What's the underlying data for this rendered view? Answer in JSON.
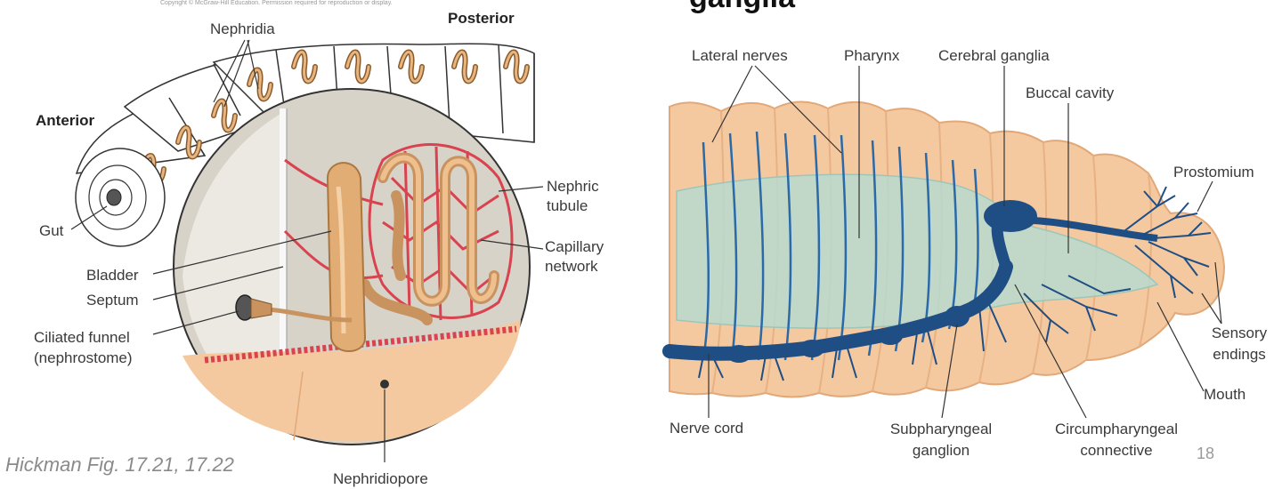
{
  "slide": {
    "title_fragment": "ganglia",
    "copyright": "Copyright © McGraw-Hill Education. Permission required for reproduction or display.",
    "citation": "Hickman Fig. 17.21, 17.22",
    "page_number": "18"
  },
  "left_figure": {
    "labels": {
      "nephridia": "Nephridia",
      "posterior": "Posterior",
      "anterior": "Anterior",
      "gut": "Gut",
      "nephric_tubule_1": "Nephric",
      "nephric_tubule_2": "tubule",
      "capillary_network_1": "Capillary",
      "capillary_network_2": "network",
      "bladder": "Bladder",
      "septum": "Septum",
      "ciliated_funnel_1": "Ciliated funnel",
      "ciliated_funnel_2": "(nephrostome)",
      "nephridiopore": "Nephridiopore"
    }
  },
  "right_figure": {
    "labels": {
      "lateral_nerves": "Lateral nerves",
      "pharynx": "Pharynx",
      "cerebral_ganglia": "Cerebral ganglia",
      "buccal_cavity": "Buccal cavity",
      "prostomium": "Prostomium",
      "sensory_endings_1": "Sensory",
      "sensory_endings_2": "endings",
      "mouth": "Mouth",
      "nerve_cord": "Nerve cord",
      "subpharyngeal_1": "Subpharyngeal",
      "subpharyngeal_2": "ganglion",
      "circumpharyngeal_1": "Circumpharyngeal",
      "circumpharyngeal_2": "connective"
    }
  },
  "colors": {
    "tissue": "#f4c9a0",
    "tissue_outline": "#e2a878",
    "nerve": "#1f4e85",
    "pharynx": "#b7d9cf",
    "capillary": "#d9434f",
    "tubule": "#d9a36a",
    "septum_bg": "#d8d3c9"
  }
}
